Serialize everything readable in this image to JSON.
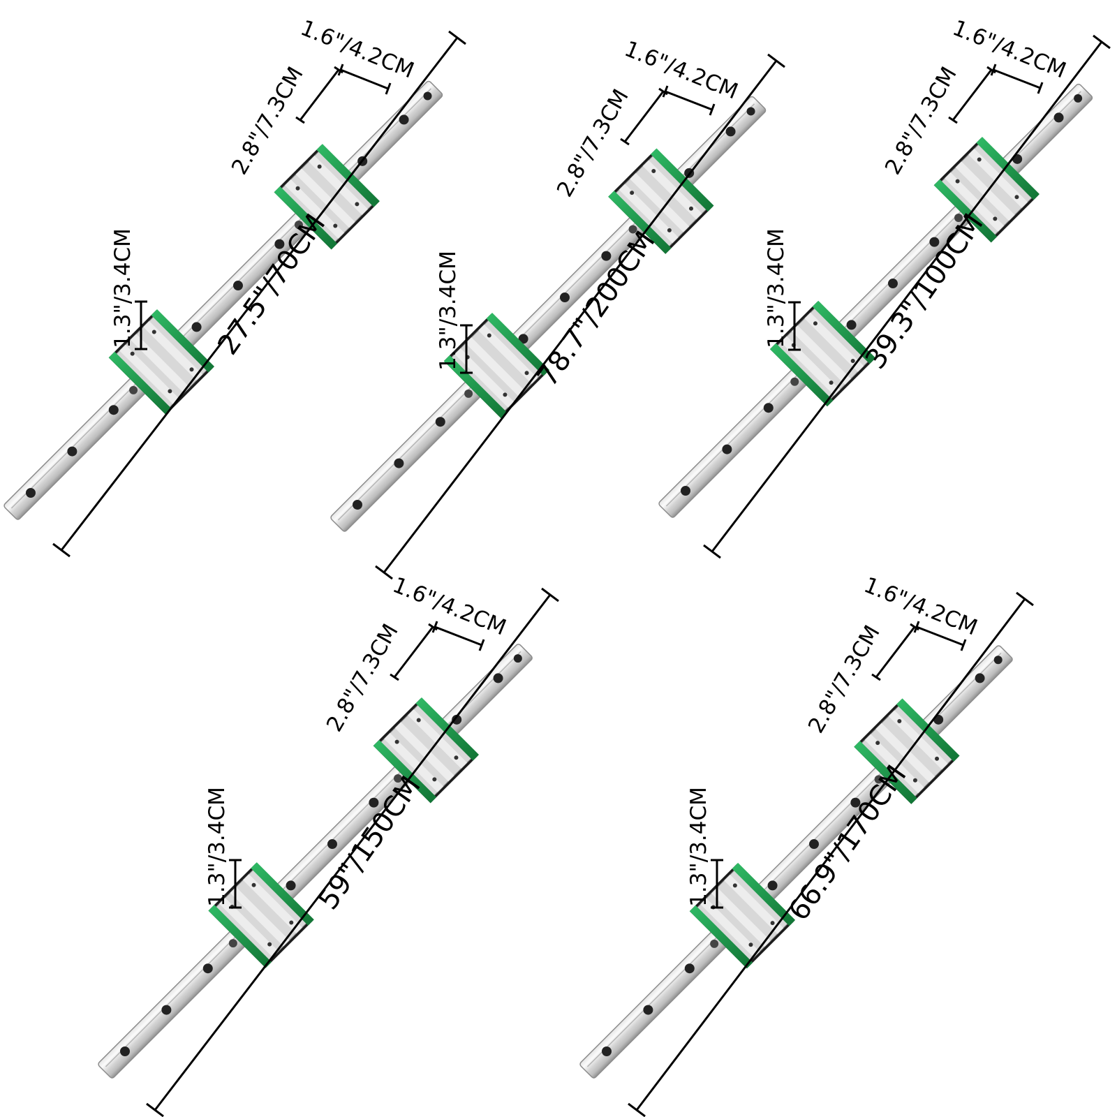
{
  "colors": {
    "background": "#ffffff",
    "rail_light": "#f2f2f2",
    "rail_mid": "#cfcfcf",
    "rail_dark": "#9a9a9a",
    "block_green": "#1f9e4e",
    "block_green_dark": "#137a38",
    "block_steel": "#d9d9d9",
    "block_dark": "#202020",
    "dimension_line": "#000000"
  },
  "rails": [
    {
      "id": "rail-1",
      "length_label": "27.5\"/70CM",
      "block_length_label": "2.8\"/7.3CM",
      "block_width_label": "1.6\"/4.2CM",
      "block_height_label": "1.3\"/3.4CM"
    },
    {
      "id": "rail-2",
      "length_label": "78.7\"/200CM",
      "block_length_label": "2.8\"/7.3CM",
      "block_width_label": "1.6\"/4.2CM",
      "block_height_label": "1.3\"/3.4CM"
    },
    {
      "id": "rail-3",
      "length_label": "39.3\"/100CM",
      "block_length_label": "2.8\"/7.3CM",
      "block_width_label": "1.6\"/4.2CM",
      "block_height_label": "1.3\"/3.4CM"
    },
    {
      "id": "rail-4",
      "length_label": "59\"/150CM",
      "block_length_label": "2.8\"/7.3CM",
      "block_width_label": "1.6\"/4.2CM",
      "block_height_label": "1.3\"/3.4CM"
    },
    {
      "id": "rail-5",
      "length_label": "66.9\"/170CM",
      "block_length_label": "2.8\"/7.3CM",
      "block_width_label": "1.6\"/4.2CM",
      "block_height_label": "1.3\"/3.4CM"
    }
  ]
}
